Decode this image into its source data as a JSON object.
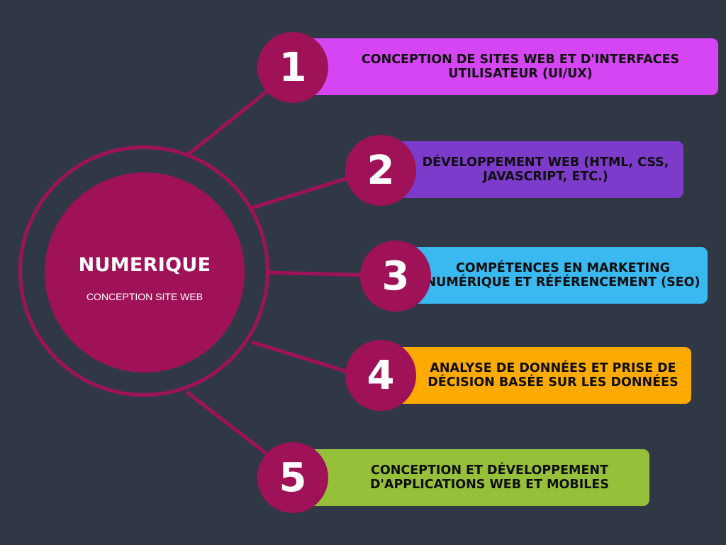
{
  "hub": {
    "title": "NUMERIQUE",
    "subtitle": "CONCEPTION SITE WEB",
    "color": "#a01257"
  },
  "background": "#313845",
  "items": [
    {
      "number": "1",
      "text": "CONCEPTION DE SITES WEB ET D'INTERFACES UTILISATEUR (UI/UX)",
      "color": "#d645f3"
    },
    {
      "number": "2",
      "text": "DÉVELOPPEMENT WEB (HTML, CSS, JAVASCRIPT, ETC.)",
      "color": "#7c3bcb"
    },
    {
      "number": "3",
      "text": "COMPÉTENCES EN MARKETING NUMÉRIQUE ET RÉFÉRENCEMENT (SEO)",
      "color": "#3ab8f0"
    },
    {
      "number": "4",
      "text": "ANALYSE DE DONNÉES ET PRISE DE DÉCISION BASÉE SUR LES DONNÉES",
      "color": "#fdab02"
    },
    {
      "number": "5",
      "text": "CONCEPTION ET DÉVELOPPEMENT D'APPLICATIONS WEB ET MOBILES",
      "color": "#96c03a"
    }
  ]
}
